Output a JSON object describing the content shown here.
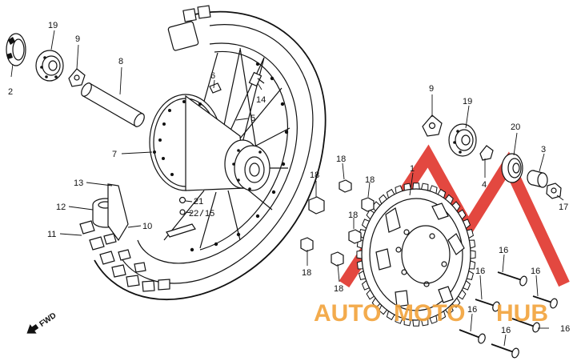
{
  "diagram": {
    "parts": [
      {
        "id": "p2",
        "label": "2"
      },
      {
        "id": "p19a",
        "label": "19"
      },
      {
        "id": "p9a",
        "label": "9"
      },
      {
        "id": "p8",
        "label": "8"
      },
      {
        "id": "p6",
        "label": "6"
      },
      {
        "id": "p14",
        "label": "14"
      },
      {
        "id": "p5",
        "label": "5"
      },
      {
        "id": "p7",
        "label": "7"
      },
      {
        "id": "p13",
        "label": "13"
      },
      {
        "id": "p12",
        "label": "12"
      },
      {
        "id": "p11",
        "label": "11"
      },
      {
        "id": "p10",
        "label": "10"
      },
      {
        "id": "p21",
        "label": "21"
      },
      {
        "id": "p22",
        "label": "22"
      },
      {
        "id": "p15",
        "label": "15"
      },
      {
        "id": "p9b",
        "label": "9"
      },
      {
        "id": "p19b",
        "label": "19"
      },
      {
        "id": "p20",
        "label": "20"
      },
      {
        "id": "p3",
        "label": "3"
      },
      {
        "id": "p4",
        "label": "4"
      },
      {
        "id": "p17",
        "label": "17"
      },
      {
        "id": "p1",
        "label": "1"
      },
      {
        "id": "p18a",
        "label": "18"
      },
      {
        "id": "p18b",
        "label": "18"
      },
      {
        "id": "p18c",
        "label": "18"
      },
      {
        "id": "p18d",
        "label": "18"
      },
      {
        "id": "p18e",
        "label": "18"
      },
      {
        "id": "p18f",
        "label": "18"
      },
      {
        "id": "p16a",
        "label": "16"
      },
      {
        "id": "p16b",
        "label": "16"
      },
      {
        "id": "p16c",
        "label": "16"
      },
      {
        "id": "p16d",
        "label": "16"
      },
      {
        "id": "p16e",
        "label": "16"
      },
      {
        "id": "p16f",
        "label": "16"
      }
    ],
    "fwd_label": "FWD",
    "watermark": {
      "text_a": "AUTO",
      "text_b": "MOTO",
      "text_c": "HUB",
      "color_red": "#e0342b",
      "color_orange": "#f2a33a"
    }
  }
}
